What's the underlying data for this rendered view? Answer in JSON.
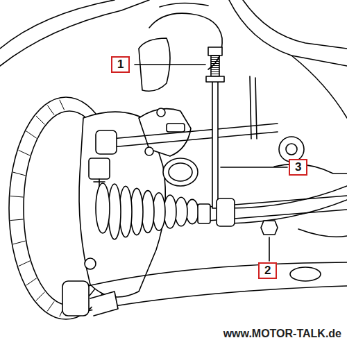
{
  "diagram": {
    "labels": [
      "1",
      "3",
      "2",
      "www.MOTOR-TALK.de"
    ]
  }
}
